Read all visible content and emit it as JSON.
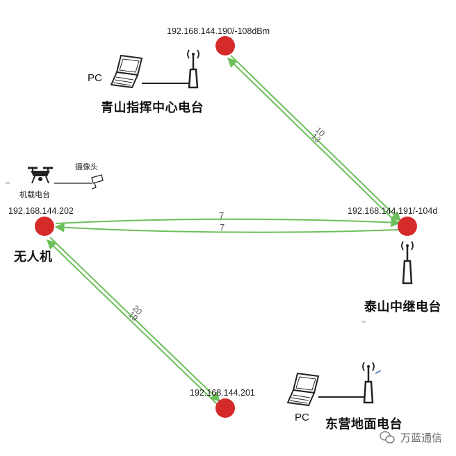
{
  "nodes": [
    {
      "id": "qingshan",
      "ip": "192.168.144.190/-108dBm",
      "name": "青山指挥中心电台",
      "pc_label": "PC"
    },
    {
      "id": "taishan",
      "ip": "192.168.144.191/-104d",
      "name": "泰山中继电台"
    },
    {
      "id": "uav",
      "ip": "192.168.144.202",
      "name": "无人机",
      "airborne_label": "机载电台",
      "camera_label": "摄像头"
    },
    {
      "id": "dongying",
      "ip": "192.168.144.201",
      "name": "东营地面电台",
      "pc_label": "PC"
    }
  ],
  "links": [
    {
      "from": "qingshan",
      "to": "taishan",
      "labels": [
        "10",
        "13"
      ]
    },
    {
      "from": "uav",
      "to": "taishan",
      "labels": [
        "7",
        "7"
      ]
    },
    {
      "from": "uav",
      "to": "dongying",
      "labels": [
        "20",
        "19"
      ]
    }
  ],
  "colors": {
    "link": "#6cbf5a",
    "node": "#d42a2a"
  },
  "watermark": "万蓝通信"
}
